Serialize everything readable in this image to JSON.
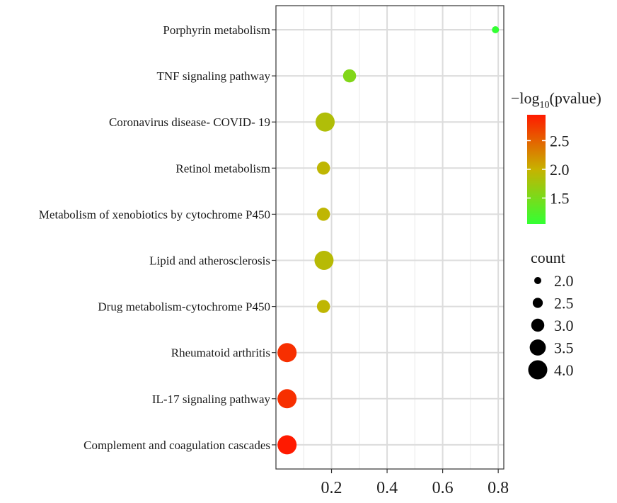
{
  "chart_data": {
    "type": "scatter",
    "title": "",
    "xlabel": "",
    "ylabel": "",
    "xlim": [
      0.0,
      0.82
    ],
    "x_ticks": [
      0.2,
      0.4,
      0.6,
      0.8
    ],
    "x_tick_labels": [
      "0.2",
      "0.4",
      "0.6",
      "0.8"
    ],
    "grid": true,
    "categories": [
      "Porphyrin metabolism",
      "TNF signaling pathway",
      "Coronavirus disease- COVID- 19",
      "Retinol metabolism",
      "Metabolism of xenobiotics by cytochrome P450",
      "Lipid and atherosclerosis",
      "Drug metabolism-cytochrome P450",
      "Rheumatoid arthritis",
      "IL-17 signaling pathway",
      "Complement and coagulation cascades"
    ],
    "points": [
      {
        "category": "Porphyrin metabolism",
        "x": 0.79,
        "count": 2,
        "neg_log10_pvalue": 1.05
      },
      {
        "category": "TNF signaling pathway",
        "x": 0.265,
        "count": 3,
        "neg_log10_pvalue": 1.55
      },
      {
        "category": "Coronavirus disease- COVID- 19",
        "x": 0.177,
        "count": 4,
        "neg_log10_pvalue": 1.85
      },
      {
        "category": "Retinol metabolism",
        "x": 0.171,
        "count": 3,
        "neg_log10_pvalue": 1.95
      },
      {
        "category": "Metabolism of xenobiotics by cytochrome P450",
        "x": 0.171,
        "count": 3,
        "neg_log10_pvalue": 1.95
      },
      {
        "category": "Lipid and atherosclerosis",
        "x": 0.173,
        "count": 4,
        "neg_log10_pvalue": 1.9
      },
      {
        "category": "Drug metabolism-cytochrome P450",
        "x": 0.171,
        "count": 3,
        "neg_log10_pvalue": 1.95
      },
      {
        "category": "Rheumatoid arthritis",
        "x": 0.04,
        "count": 4,
        "neg_log10_pvalue": 2.82
      },
      {
        "category": "IL-17 signaling pathway",
        "x": 0.04,
        "count": 4,
        "neg_log10_pvalue": 2.82
      },
      {
        "category": "Complement and coagulation cascades",
        "x": 0.04,
        "count": 4,
        "neg_log10_pvalue": 2.95
      }
    ],
    "color_legend": {
      "title_main": "−log",
      "title_sub": "10",
      "title_rest": "(pvalue)",
      "range": [
        1.05,
        2.95
      ],
      "ticks": [
        1.5,
        2.0,
        2.5
      ],
      "tick_labels": [
        "1.5",
        "2.0",
        "2.5"
      ],
      "low_color": "#33ff33",
      "high_color": "#ff1a00",
      "placement": "right"
    },
    "size_legend": {
      "title": "count",
      "values": [
        2.0,
        2.5,
        3.0,
        3.5,
        4.0
      ],
      "labels": [
        "2.0",
        "2.5",
        "3.0",
        "3.5",
        "4.0"
      ],
      "placement": "right"
    }
  }
}
